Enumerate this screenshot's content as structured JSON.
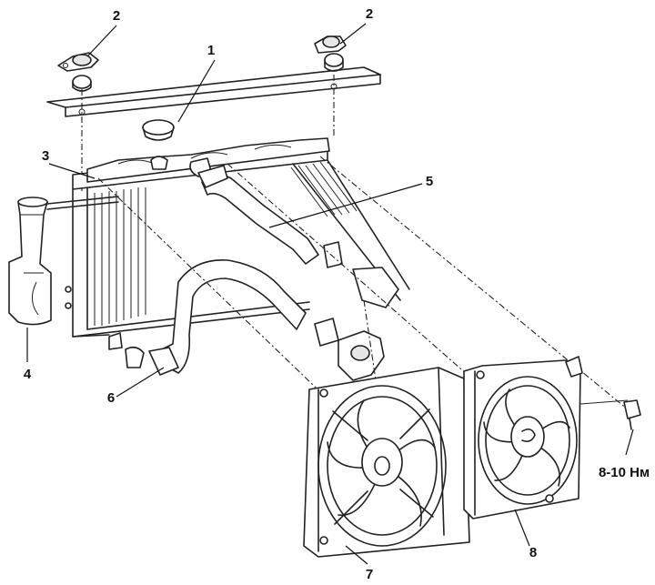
{
  "callouts": [
    {
      "id": "c1",
      "text": "1"
    },
    {
      "id": "c2a",
      "text": "2"
    },
    {
      "id": "c2b",
      "text": "2"
    },
    {
      "id": "c3",
      "text": "3"
    },
    {
      "id": "c4",
      "text": "4"
    },
    {
      "id": "c5",
      "text": "5"
    },
    {
      "id": "c6",
      "text": "6"
    },
    {
      "id": "c7",
      "text": "7"
    },
    {
      "id": "c8",
      "text": "8"
    }
  ],
  "torque_label": "8-10 Нм"
}
